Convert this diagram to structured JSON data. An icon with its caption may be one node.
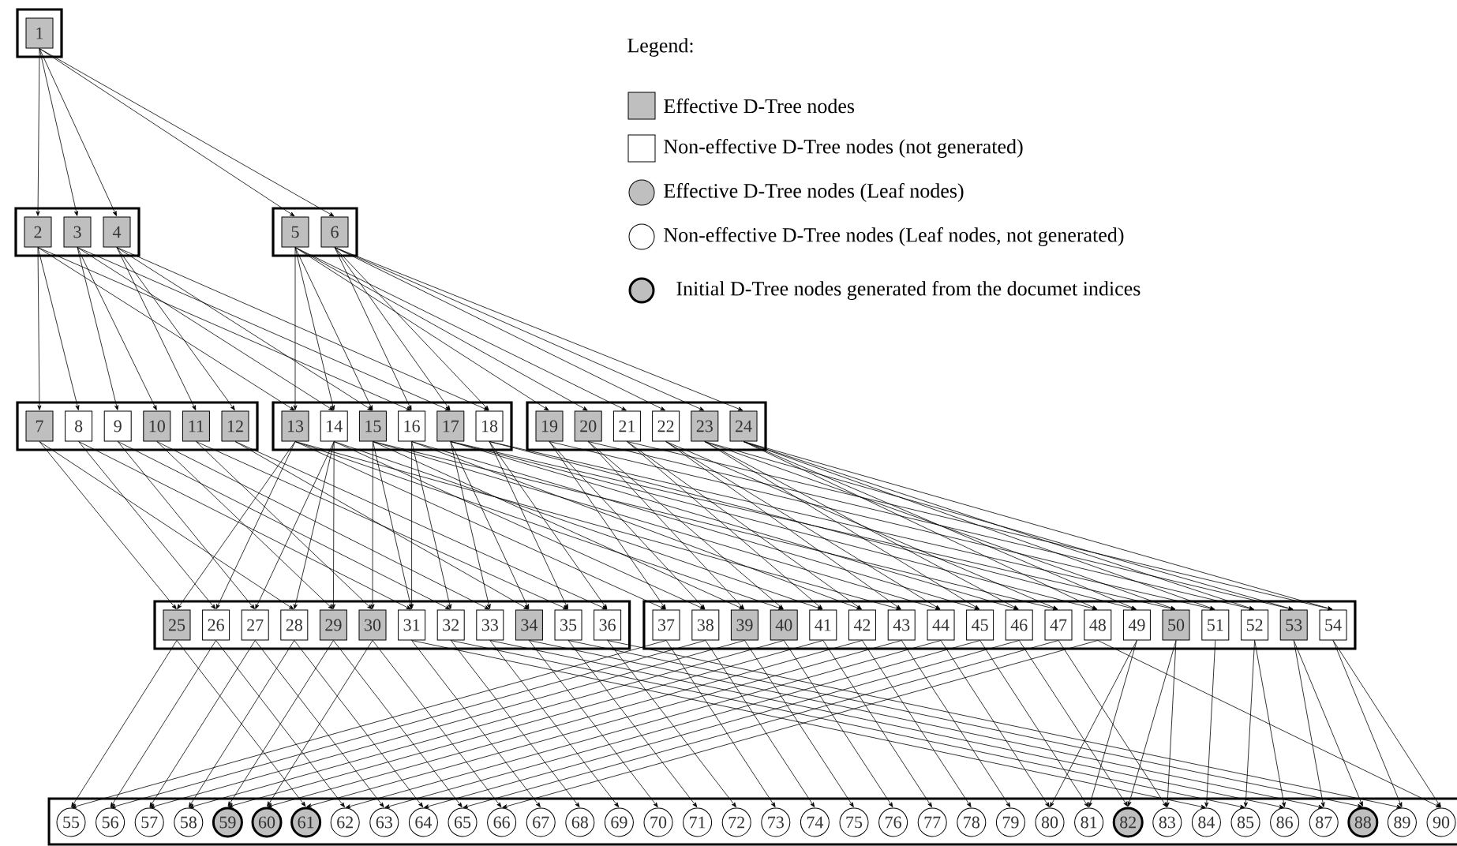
{
  "diagram": {
    "nodes": [
      {
        "text": [],
        "shape": "box"
      },
      {
        "text": [
          "1"
        ],
        "in": 0
      },
      {
        "text": [],
        "shape": "box"
      },
      {
        "text": [
          "2"
        ],
        "in": 2
      },
      {
        "text": [
          "3"
        ],
        "in": 2
      },
      {
        "text": [
          "4"
        ],
        "in": 2
      },
      {
        "text": [],
        "shape": "box"
      },
      {
        "text": [
          "5"
        ],
        "in": 6
      },
      {
        "text": [
          "6"
        ],
        "in": 6
      },
      {
        "text": [],
        "shape": "box"
      },
      {
        "text": [
          "7"
        ],
        "in": 9
      },
      {
        "text": [
          "8"
        ],
        "in": 9
      },
      {
        "text": [
          "9"
        ],
        "in": 9
      },
      {
        "text": [
          "10"
        ],
        "in": 9
      },
      {
        "text": [
          "11"
        ],
        "in": 9
      },
      {
        "text": [
          "12"
        ],
        "in": 9
      },
      {
        "text": [],
        "shape": "box"
      },
      {
        "text": [
          "13"
        ],
        "in": 16
      },
      {
        "text": [
          "14"
        ],
        "in": 16
      },
      {
        "text": [
          "15"
        ],
        "in": 16
      },
      {
        "text": [
          "16"
        ],
        "in": 16
      },
      {
        "text": [
          "17"
        ],
        "in": 16
      },
      {
        "text": [
          "18"
        ],
        "in": 16
      },
      {
        "text": [],
        "shape": "box"
      },
      {
        "text": [
          "19"
        ],
        "in": 23
      },
      {
        "text": [
          "20"
        ],
        "in": 23
      },
      {
        "text": [
          "21"
        ],
        "in": 23
      },
      {
        "text": [
          "22"
        ],
        "in": 23
      },
      {
        "text": [
          "23"
        ],
        "in": 23
      },
      {
        "text": [
          "24"
        ],
        "in": 23
      },
      {
        "text": [],
        "shape": "box"
      },
      {
        "text": [
          "25"
        ],
        "in": 30
      },
      {
        "text": [
          "26"
        ],
        "in": 30
      },
      {
        "text": [
          "27"
        ],
        "in": 30
      },
      {
        "text": [
          "28"
        ],
        "in": 30
      },
      {
        "text": [
          "29"
        ],
        "in": 30
      },
      {
        "text": [
          "30"
        ],
        "in": 30
      },
      {
        "text": [
          "31"
        ],
        "in": 30
      },
      {
        "text": [
          "32"
        ],
        "in": 30
      },
      {
        "text": [
          "33"
        ],
        "in": 30
      },
      {
        "text": [
          "34"
        ],
        "in": 30
      },
      {
        "text": [
          "35"
        ],
        "in": 30
      },
      {
        "text": [
          "36"
        ],
        "in": 30
      },
      {
        "text": [],
        "shape": "box"
      },
      {
        "text": [
          "37"
        ],
        "in": 43
      },
      {
        "text": [
          "38"
        ],
        "in": 43
      },
      {
        "text": [
          "39"
        ],
        "in": 43
      },
      {
        "text": [
          "40"
        ],
        "in": 43
      },
      {
        "text": [
          "41"
        ],
        "in": 43
      },
      {
        "text": [
          "42"
        ],
        "in": 43
      },
      {
        "text": [
          "43"
        ],
        "in": 43
      },
      {
        "text": [
          "44"
        ],
        "in": 43
      },
      {
        "text": [
          "45"
        ],
        "in": 43
      },
      {
        "text": [
          "46"
        ],
        "in": 43
      },
      {
        "text": [
          "47"
        ],
        "in": 43
      },
      {
        "text": [
          "48"
        ],
        "in": 43
      },
      {
        "text": [
          "49"
        ],
        "in": 43
      },
      {
        "text": [
          "50"
        ],
        "in": 43
      },
      {
        "text": [
          "51"
        ],
        "in": 43
      },
      {
        "text": [
          "52"
        ],
        "in": 43
      },
      {
        "text": [
          "53"
        ],
        "in": 43
      },
      {
        "text": [
          "54"
        ],
        "in": 43
      },
      {
        "text": [],
        "shape": "box"
      },
      {
        "text": [
          "55"
        ],
        "in": 62
      },
      {
        "text": [
          "56"
        ],
        "in": 62
      },
      {
        "text": [
          "57"
        ],
        "in": 62
      },
      {
        "text": [
          "58"
        ],
        "in": 62
      },
      {
        "text": [
          "59"
        ],
        "in": 62
      },
      {
        "text": [
          "60"
        ],
        "in": 62
      },
      {
        "text": [
          "61"
        ],
        "in": 62
      },
      {
        "text": [
          "62"
        ],
        "in": 62
      },
      {
        "text": [
          "63"
        ],
        "in": 62
      },
      {
        "text": [
          "64"
        ],
        "in": 62
      },
      {
        "text": [
          "65"
        ],
        "in": 62
      },
      {
        "text": [
          "66"
        ],
        "in": 62
      },
      {
        "text": [
          "67"
        ],
        "in": 62
      },
      {
        "text": [
          "68"
        ],
        "in": 62
      },
      {
        "text": [
          "69"
        ],
        "in": 62
      },
      {
        "text": [
          "70"
        ],
        "in": 62
      },
      {
        "text": [
          "71"
        ],
        "in": 62
      },
      {
        "text": [
          "72"
        ],
        "in": 62
      },
      {
        "text": [
          "73"
        ],
        "in": 62
      },
      {
        "text": [
          "74"
        ],
        "in": 62
      },
      {
        "text": [
          "75"
        ],
        "in": 62
      },
      {
        "text": [
          "76"
        ],
        "in": 62
      },
      {
        "text": [
          "77"
        ],
        "in": 62
      },
      {
        "text": [
          "78"
        ],
        "in": 62
      },
      {
        "text": [
          "79"
        ],
        "in": 62
      },
      {
        "text": [
          "80"
        ],
        "in": 62
      },
      {
        "text": [
          "81"
        ],
        "in": 62
      },
      {
        "text": [
          "82"
        ],
        "in": 62
      },
      {
        "text": [
          "83"
        ],
        "in": 62
      },
      {
        "text": [
          "84"
        ],
        "in": 62
      },
      {
        "text": [
          "85"
        ],
        "in": 62
      },
      {
        "text": [
          "86"
        ],
        "in": 62
      },
      {
        "text": [
          "87"
        ],
        "in": 62
      },
      {
        "text": [
          "88"
        ],
        "in": 62
      },
      {
        "text": [
          "89"
        ],
        "in": 62
      },
      {
        "text": [
          "90"
        ],
        "in": 62
      }
    ],
    "edges": [
      {
        "from": 1,
        "to": 3,
        "arrow": "to"
      },
      {
        "from": 1,
        "to": 4,
        "arrow": "to"
      },
      {
        "from": 1,
        "to": 5,
        "arrow": "to"
      },
      {
        "from": 1,
        "to": 7,
        "arrow": "to"
      },
      {
        "from": 1,
        "to": 8,
        "arrow": "to"
      },
      {
        "from": 3,
        "to": 10,
        "arrow": "to"
      },
      {
        "from": 3,
        "to": 11,
        "arrow": "to"
      },
      {
        "from": 3,
        "to": 17,
        "arrow": "to"
      },
      {
        "from": 3,
        "to": 20,
        "arrow": "to"
      },
      {
        "from": 4,
        "to": 12,
        "arrow": "to"
      },
      {
        "from": 4,
        "to": 13,
        "arrow": "to"
      },
      {
        "from": 4,
        "to": 18,
        "arrow": "to"
      },
      {
        "from": 4,
        "to": 21,
        "arrow": "to"
      },
      {
        "from": 5,
        "to": 14,
        "arrow": "to"
      },
      {
        "from": 5,
        "to": 15,
        "arrow": "to"
      },
      {
        "from": 5,
        "to": 19,
        "arrow": "to"
      },
      {
        "from": 5,
        "to": 22,
        "arrow": "to"
      },
      {
        "from": 7,
        "to": 17,
        "arrow": "to"
      },
      {
        "from": 7,
        "to": 18,
        "arrow": "to"
      },
      {
        "from": 7,
        "to": 19,
        "arrow": "to"
      },
      {
        "from": 7,
        "to": 24,
        "arrow": "to"
      },
      {
        "from": 7,
        "to": 25,
        "arrow": "to"
      },
      {
        "from": 7,
        "to": 26,
        "arrow": "to"
      },
      {
        "from": 8,
        "to": 20,
        "arrow": "to"
      },
      {
        "from": 8,
        "to": 21,
        "arrow": "to"
      },
      {
        "from": 8,
        "to": 22,
        "arrow": "to"
      },
      {
        "from": 8,
        "to": 27,
        "arrow": "to"
      },
      {
        "from": 8,
        "to": 28,
        "arrow": "to"
      },
      {
        "from": 8,
        "to": 29,
        "arrow": "to"
      },
      {
        "from": 10,
        "to": 31,
        "arrow": "to"
      },
      {
        "from": 10,
        "to": 34,
        "arrow": "to"
      },
      {
        "from": 11,
        "to": 32,
        "arrow": "to"
      },
      {
        "from": 11,
        "to": 37,
        "arrow": "to"
      },
      {
        "from": 12,
        "to": 33,
        "arrow": "to"
      },
      {
        "from": 12,
        "to": 38,
        "arrow": "to"
      },
      {
        "from": 13,
        "to": 35,
        "arrow": "to"
      },
      {
        "from": 13,
        "to": 39,
        "arrow": "to"
      },
      {
        "from": 14,
        "to": 36,
        "arrow": "to"
      },
      {
        "from": 14,
        "to": 41,
        "arrow": "to"
      },
      {
        "from": 15,
        "to": 40,
        "arrow": "to"
      },
      {
        "from": 15,
        "to": 42,
        "arrow": "to"
      },
      {
        "from": 17,
        "to": 31,
        "arrow": "to"
      },
      {
        "from": 17,
        "to": 32,
        "arrow": "to"
      },
      {
        "from": 17,
        "to": 44,
        "arrow": "to"
      },
      {
        "from": 17,
        "to": 47,
        "arrow": "to"
      },
      {
        "from": 17,
        "to": 50,
        "arrow": "to"
      },
      {
        "from": 18,
        "to": 33,
        "arrow": "to"
      },
      {
        "from": 18,
        "to": 34,
        "arrow": "to"
      },
      {
        "from": 18,
        "to": 35,
        "arrow": "to"
      },
      {
        "from": 18,
        "to": 45,
        "arrow": "to"
      },
      {
        "from": 18,
        "to": 48,
        "arrow": "to"
      },
      {
        "from": 19,
        "to": 36,
        "arrow": "to"
      },
      {
        "from": 19,
        "to": 37,
        "arrow": "to"
      },
      {
        "from": 19,
        "to": 46,
        "arrow": "to"
      },
      {
        "from": 19,
        "to": 51,
        "arrow": "to"
      },
      {
        "from": 19,
        "to": 54,
        "arrow": "to"
      },
      {
        "from": 20,
        "to": 37,
        "arrow": "to"
      },
      {
        "from": 20,
        "to": 38,
        "arrow": "to"
      },
      {
        "from": 20,
        "to": 49,
        "arrow": "to"
      },
      {
        "from": 20,
        "to": 52,
        "arrow": "to"
      },
      {
        "from": 21,
        "to": 39,
        "arrow": "to"
      },
      {
        "from": 21,
        "to": 40,
        "arrow": "to"
      },
      {
        "from": 21,
        "to": 53,
        "arrow": "to"
      },
      {
        "from": 21,
        "to": 55,
        "arrow": "to"
      },
      {
        "from": 21,
        "to": 57,
        "arrow": "to"
      },
      {
        "from": 22,
        "to": 41,
        "arrow": "to"
      },
      {
        "from": 22,
        "to": 42,
        "arrow": "to"
      },
      {
        "from": 22,
        "to": 56,
        "arrow": "to"
      },
      {
        "from": 22,
        "to": 58,
        "arrow": "to"
      },
      {
        "from": 24,
        "to": 44,
        "arrow": "to"
      },
      {
        "from": 24,
        "to": 45,
        "arrow": "to"
      },
      {
        "from": 24,
        "to": 59,
        "arrow": "to"
      },
      {
        "from": 25,
        "to": 46,
        "arrow": "to"
      },
      {
        "from": 25,
        "to": 47,
        "arrow": "to"
      },
      {
        "from": 25,
        "to": 60,
        "arrow": "to"
      },
      {
        "from": 26,
        "to": 48,
        "arrow": "to"
      },
      {
        "from": 26,
        "to": 49,
        "arrow": "to"
      },
      {
        "from": 26,
        "to": 61,
        "arrow": "to"
      },
      {
        "from": 27,
        "to": 50,
        "arrow": "to"
      },
      {
        "from": 27,
        "to": 51,
        "arrow": "to"
      },
      {
        "from": 27,
        "to": 54,
        "arrow": "to"
      },
      {
        "from": 28,
        "to": 52,
        "arrow": "to"
      },
      {
        "from": 28,
        "to": 53,
        "arrow": "to"
      },
      {
        "from": 28,
        "to": 57,
        "arrow": "to"
      },
      {
        "from": 28,
        "to": 60,
        "arrow": "to"
      },
      {
        "from": 29,
        "to": 55,
        "arrow": "to"
      },
      {
        "from": 29,
        "to": 56,
        "arrow": "to"
      },
      {
        "from": 29,
        "to": 58,
        "arrow": "to"
      },
      {
        "from": 29,
        "to": 59,
        "arrow": "to"
      },
      {
        "from": 29,
        "to": 61,
        "arrow": "to"
      },
      {
        "from": 31,
        "to": 63,
        "arrow": "to"
      },
      {
        "from": 31,
        "to": 69,
        "arrow": "to"
      },
      {
        "from": 32,
        "to": 64,
        "arrow": "to"
      },
      {
        "from": 32,
        "to": 70,
        "arrow": "to"
      },
      {
        "from": 33,
        "to": 65,
        "arrow": "to"
      },
      {
        "from": 33,
        "to": 71,
        "arrow": "to"
      },
      {
        "from": 34,
        "to": 66,
        "arrow": "to"
      },
      {
        "from": 34,
        "to": 72,
        "arrow": "to"
      },
      {
        "from": 35,
        "to": 67,
        "arrow": "to"
      },
      {
        "from": 35,
        "to": 73,
        "arrow": "to"
      },
      {
        "from": 36,
        "to": 68,
        "arrow": "to"
      },
      {
        "from": 36,
        "to": 74,
        "arrow": "to"
      },
      {
        "from": 37,
        "to": 75,
        "arrow": "to"
      },
      {
        "from": 37,
        "to": 92,
        "arrow": "to"
      },
      {
        "from": 38,
        "to": 76,
        "arrow": "to"
      },
      {
        "from": 38,
        "to": 93,
        "arrow": "to"
      },
      {
        "from": 39,
        "to": 77,
        "arrow": "to"
      },
      {
        "from": 39,
        "to": 94,
        "arrow": "to"
      },
      {
        "from": 40,
        "to": 78,
        "arrow": "to"
      },
      {
        "from": 40,
        "to": 95,
        "arrow": "to"
      },
      {
        "from": 41,
        "to": 79,
        "arrow": "to"
      },
      {
        "from": 41,
        "to": 96,
        "arrow": "to"
      },
      {
        "from": 42,
        "to": 80,
        "arrow": "to"
      },
      {
        "from": 42,
        "to": 97,
        "arrow": "to"
      },
      {
        "from": 44,
        "to": 63,
        "arrow": "to"
      },
      {
        "from": 44,
        "to": 81,
        "arrow": "to"
      },
      {
        "from": 45,
        "to": 64,
        "arrow": "to"
      },
      {
        "from": 45,
        "to": 82,
        "arrow": "to"
      },
      {
        "from": 46,
        "to": 65,
        "arrow": "to"
      },
      {
        "from": 46,
        "to": 83,
        "arrow": "to"
      },
      {
        "from": 47,
        "to": 66,
        "arrow": "to"
      },
      {
        "from": 47,
        "to": 84,
        "arrow": "to"
      },
      {
        "from": 48,
        "to": 67,
        "arrow": "to"
      },
      {
        "from": 48,
        "to": 85,
        "arrow": "to"
      },
      {
        "from": 49,
        "to": 68,
        "arrow": "to"
      },
      {
        "from": 49,
        "to": 86,
        "arrow": "to"
      },
      {
        "from": 50,
        "to": 69,
        "arrow": "to"
      },
      {
        "from": 50,
        "to": 87,
        "arrow": "to"
      },
      {
        "from": 51,
        "to": 70,
        "arrow": "to"
      },
      {
        "from": 51,
        "to": 88,
        "arrow": "to"
      },
      {
        "from": 52,
        "to": 71,
        "arrow": "to"
      },
      {
        "from": 52,
        "to": 89,
        "arrow": "to"
      },
      {
        "from": 53,
        "to": 72,
        "arrow": "to"
      },
      {
        "from": 53,
        "to": 90,
        "arrow": "to"
      },
      {
        "from": 54,
        "to": 73,
        "arrow": "to"
      },
      {
        "from": 54,
        "to": 91,
        "arrow": "to"
      },
      {
        "from": 55,
        "to": 74,
        "arrow": "to"
      },
      {
        "from": 55,
        "to": 98,
        "arrow": "to"
      },
      {
        "from": 56,
        "to": 88,
        "arrow": "to"
      },
      {
        "from": 56,
        "to": 89,
        "arrow": "to"
      },
      {
        "from": 57,
        "to": 90,
        "arrow": "to"
      },
      {
        "from": 57,
        "to": 91,
        "arrow": "to"
      },
      {
        "from": 58,
        "to": 92,
        "arrow": "to"
      },
      {
        "from": 59,
        "to": 93,
        "arrow": "to"
      },
      {
        "from": 59,
        "to": 94,
        "arrow": "to"
      },
      {
        "from": 60,
        "to": 95,
        "arrow": "to"
      },
      {
        "from": 60,
        "to": 96,
        "arrow": "to"
      },
      {
        "from": 61,
        "to": 97,
        "arrow": "to"
      },
      {
        "from": 61,
        "to": 98,
        "arrow": "to"
      }
    ],
    "labels": [
      "Legend:"
    ],
    "legend": [
      {
        "text": "Effective D-Tree nodes"
      },
      {
        "text": "Non-effective D-Tree nodes (not generated)"
      },
      {
        "text": "Effective D-Tree nodes (Leaf nodes)"
      },
      {
        "text": "Non-effective D-Tree nodes (Leaf nodes, not generated)"
      },
      {
        "text": "Initial D-Tree nodes generated from the documet indices"
      }
    ]
  }
}
